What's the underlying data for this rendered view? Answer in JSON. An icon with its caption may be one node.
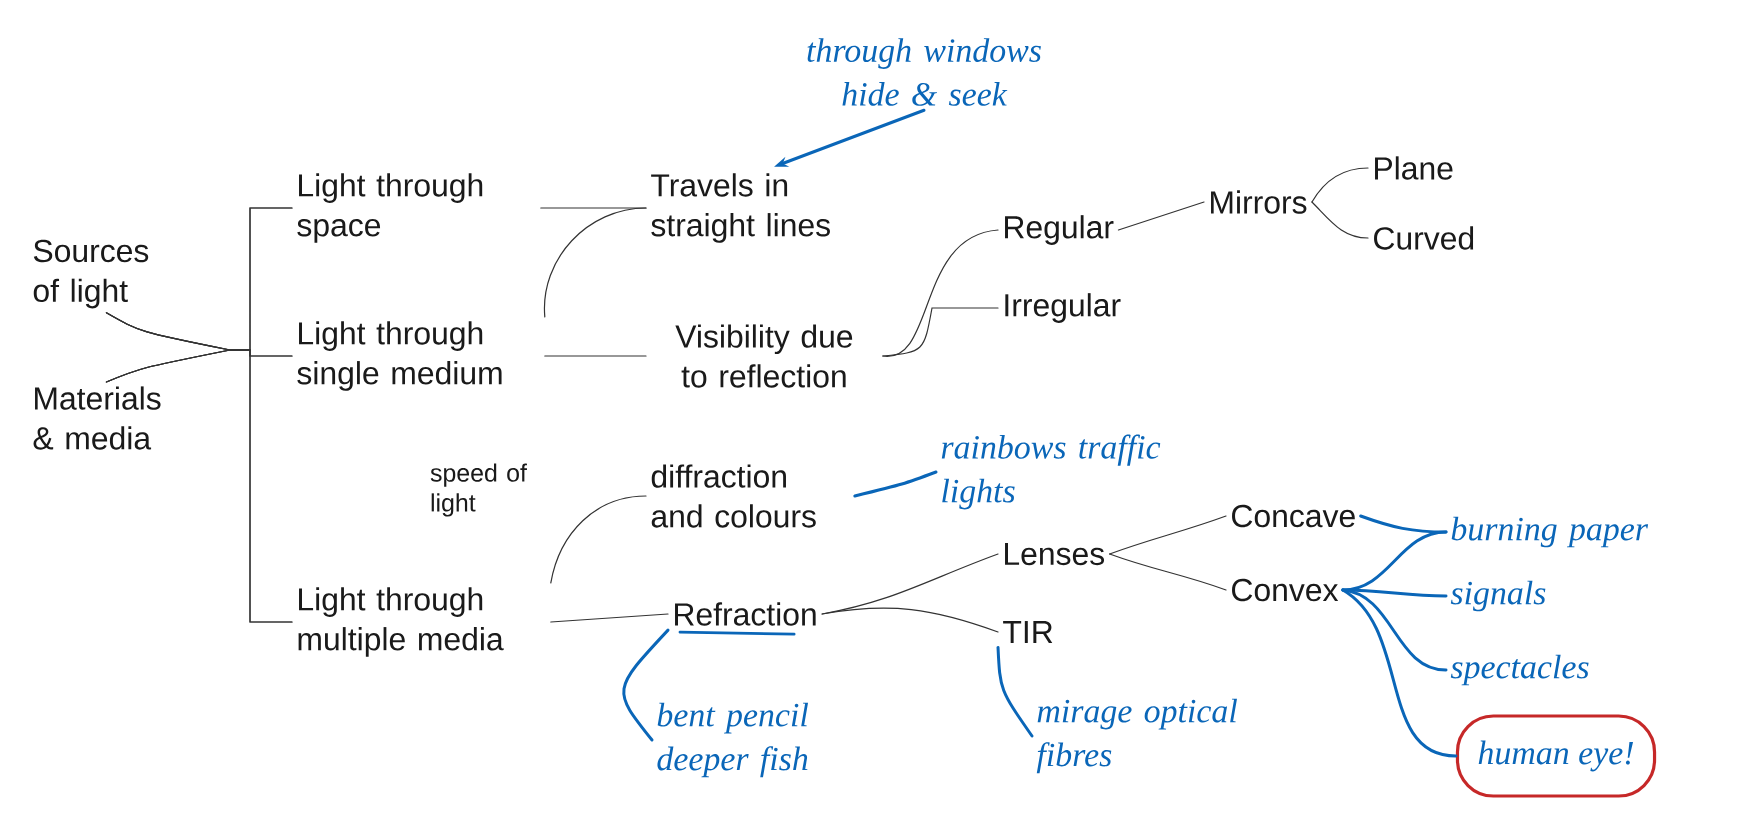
{
  "diagram": {
    "nodes": [
      {
        "text": [
          "Sources of light"
        ]
      },
      {
        "text": [
          "Materials & media"
        ]
      },
      {
        "text": [
          "Light through space"
        ]
      },
      {
        "text": [
          "Light through single medium"
        ]
      },
      {
        "text": [
          "Light through multiple media"
        ]
      },
      {
        "text": [
          "Travels in straight lines"
        ]
      },
      {
        "text": [
          "Visibility due to reflection"
        ]
      },
      {
        "text": [
          "diffraction and colours"
        ]
      },
      {
        "text": [
          "Refraction"
        ]
      },
      {
        "text": [
          "Regular"
        ]
      },
      {
        "text": [
          "Irregular"
        ]
      },
      {
        "text": [
          "Mirrors"
        ]
      },
      {
        "text": [
          "Plane"
        ]
      },
      {
        "text": [
          "Curved"
        ]
      },
      {
        "text": [
          "Lenses"
        ]
      },
      {
        "text": [
          "TIR"
        ]
      },
      {
        "text": [
          "Concave"
        ]
      },
      {
        "text": [
          "Convex"
        ]
      },
      {
        "text": [
          "through windows hide & seek"
        ]
      },
      {
        "text": [
          "rainbows traffic lights"
        ]
      },
      {
        "text": [
          "bent pencil deeper fish"
        ]
      },
      {
        "text": [
          "mirage optical fibres"
        ]
      },
      {
        "text": [
          "burning paper"
        ]
      },
      {
        "text": [
          "signals"
        ]
      },
      {
        "text": [
          "spectacles"
        ]
      },
      {
        "text": [
          "human eye!"
        ]
      }
    ],
    "edges": [
      {
        "from": 0,
        "to": 2,
        "arrow": "none"
      },
      {
        "from": 0,
        "to": 3,
        "arrow": "none"
      },
      {
        "from": 0,
        "to": 4,
        "arrow": "none"
      },
      {
        "from": 1,
        "to": 2,
        "arrow": "none"
      },
      {
        "from": 1,
        "to": 3,
        "arrow": "none"
      },
      {
        "from": 1,
        "to": 4,
        "arrow": "none"
      },
      {
        "from": 2,
        "to": 5,
        "arrow": "none"
      },
      {
        "from": 3,
        "to": 6,
        "arrow": "none"
      },
      {
        "from": 3,
        "to": 5,
        "arrow": "none"
      },
      {
        "from": 4,
        "to": 7,
        "arrow": "none",
        "label": "speed of light"
      },
      {
        "from": 4,
        "to": 8,
        "arrow": "none"
      },
      {
        "from": 6,
        "to": 9,
        "arrow": "none"
      },
      {
        "from": 6,
        "to": 10,
        "arrow": "none"
      },
      {
        "from": 9,
        "to": 11,
        "arrow": "none"
      },
      {
        "from": 11,
        "to": 12,
        "arrow": "none"
      },
      {
        "from": 11,
        "to": 13,
        "arrow": "none"
      },
      {
        "from": 8,
        "to": 14,
        "arrow": "none"
      },
      {
        "from": 8,
        "to": 15,
        "arrow": "none"
      },
      {
        "from": 14,
        "to": 16,
        "arrow": "none"
      },
      {
        "from": 14,
        "to": 17,
        "arrow": "none"
      },
      {
        "from": 18,
        "to": 5,
        "arrow": "to",
        "color": "#0a66b8"
      },
      {
        "from": 7,
        "to": 19,
        "arrow": "none",
        "color": "#0a66b8"
      },
      {
        "from": 8,
        "to": 20,
        "arrow": "none",
        "color": "#0a66b8"
      },
      {
        "from": 15,
        "to": 21,
        "arrow": "none",
        "color": "#0a66b8"
      },
      {
        "from": 17,
        "to": 22,
        "arrow": "none",
        "color": "#0a66b8"
      },
      {
        "from": 17,
        "to": 23,
        "arrow": "none",
        "color": "#0a66b8"
      },
      {
        "from": 17,
        "to": 24,
        "arrow": "none",
        "color": "#0a66b8"
      },
      {
        "from": 17,
        "to": 25,
        "arrow": "none",
        "color": "#0a66b8"
      },
      {
        "from": 16,
        "to": 22,
        "arrow": "none",
        "color": "#0a66b8"
      }
    ]
  }
}
